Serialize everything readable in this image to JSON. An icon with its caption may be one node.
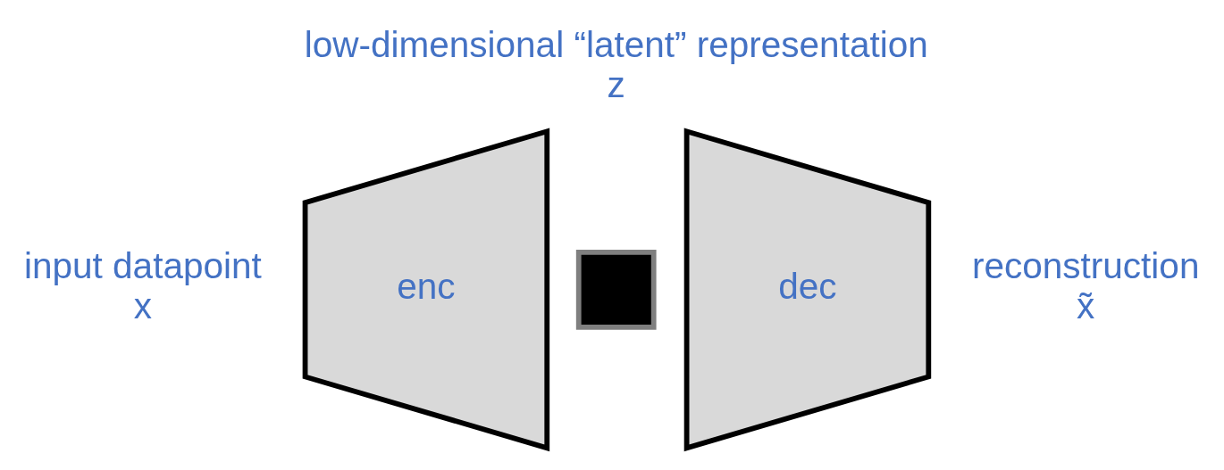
{
  "diagram": {
    "nodes": [
      {
        "text": [
          "enc"
        ],
        "beside": [
          "input datapoint",
          "x"
        ]
      },
      {
        "text": [],
        "shape": "box",
        "beside": [
          "low-dimensional “latent” representation",
          "z"
        ]
      },
      {
        "text": [
          "dec"
        ],
        "beside": [
          "reconstruction",
          "x̃"
        ]
      }
    ]
  }
}
